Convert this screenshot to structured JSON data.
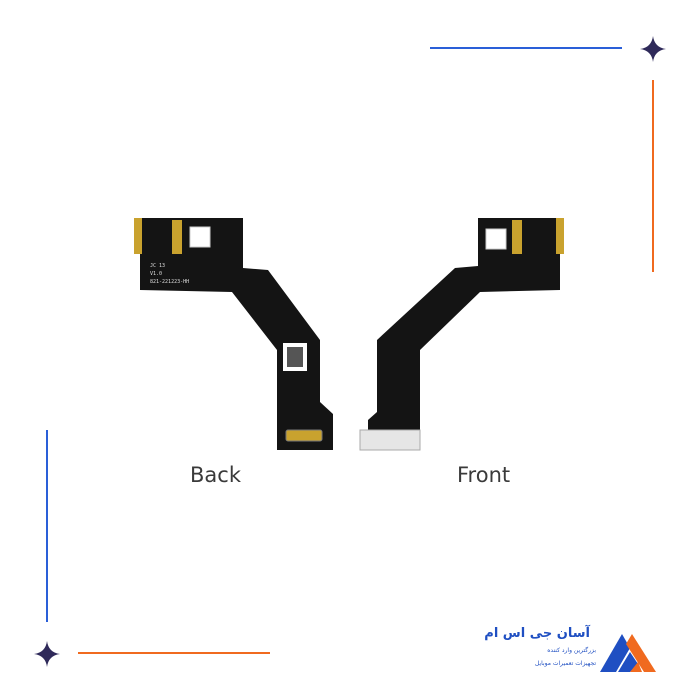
{
  "labels": {
    "back": "Back",
    "front": "Front"
  },
  "board_text": [
    "JC 13",
    "V1.0",
    "821-221223-HH"
  ],
  "logo": {
    "title": "آسان جی اس ام",
    "subtitle_1": "بزرگترین وارد کننده",
    "subtitle_2": "تجهیزات تعمیرات موبایل"
  },
  "colors": {
    "blue": "#2a5fd8",
    "orange": "#f06a1f",
    "star": "#2f2a5a"
  }
}
